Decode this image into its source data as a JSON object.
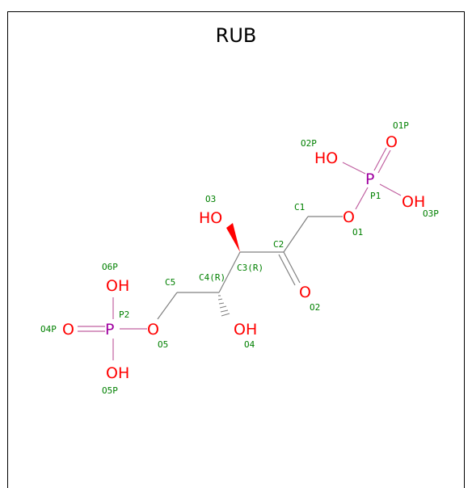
{
  "title": "RUB",
  "colors": {
    "oxygen": "#ff0000",
    "phosphorus": "#a000a0",
    "carbon_label": "#008000",
    "bond": "#808080",
    "frame": "#000000"
  },
  "atoms": {
    "HO_p1": "HO",
    "O_p1": "O",
    "P1": "P",
    "OH_p1": "OH",
    "O1": "O",
    "HO_c3": "HO",
    "O_c2": "O",
    "O5": "O",
    "OH_c4": "OH",
    "P2": "P",
    "O_p2": "O",
    "OH_top_p2": "OH",
    "OH_bot_p2": "OH"
  },
  "labels": {
    "O1P": "O1P",
    "O2P": "O2P",
    "P1": "P1",
    "O3P": "O3P",
    "O1": "O1",
    "C1": "C1",
    "O3": "O3",
    "C2": "C2",
    "C3": "C3(R)",
    "C4": "C4(R)",
    "C5": "C5",
    "O2": "O2",
    "O6P": "O6P",
    "P2": "P2",
    "O4P": "O4P",
    "O5": "O5",
    "O4": "O4",
    "O5P": "O5P"
  }
}
